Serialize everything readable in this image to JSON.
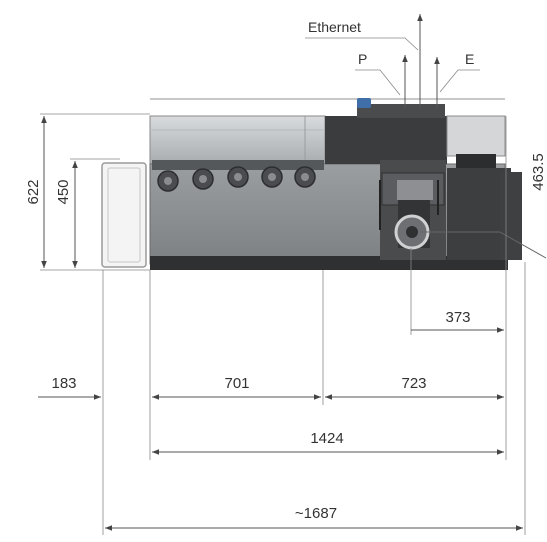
{
  "labels": {
    "ethernet": "Ethernet",
    "p": "P",
    "e": "E"
  },
  "dimensions": {
    "height_total": "622",
    "height_inner": "450",
    "height_right": "463.5",
    "d373": "373",
    "d183": "183",
    "d701": "701",
    "d723": "723",
    "d1424": "1424",
    "d1687": "~1687"
  },
  "colors": {
    "machine_dark": "#3a3a3a",
    "machine_mid": "#8f9295",
    "machine_light": "#c9cbcd",
    "accent_blue": "#3f6ea8"
  }
}
